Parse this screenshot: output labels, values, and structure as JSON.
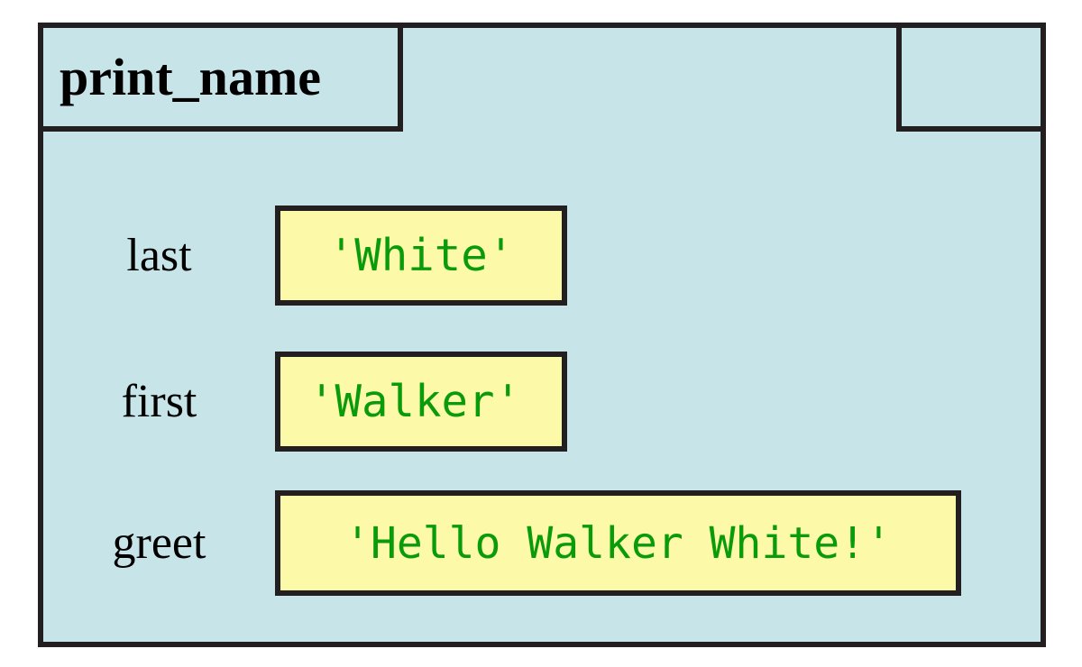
{
  "diagram": {
    "type": "python-call-frame",
    "function_name": "print_name",
    "program_counter": "",
    "colors": {
      "frame_background": "#c7e4e9",
      "value_background": "#fcf9a9",
      "border": "#231f20",
      "value_text": "#0a9b0a",
      "label_text": "#000000",
      "page_background": "#ffffff"
    },
    "variables": [
      {
        "name": "last",
        "value": "'White'"
      },
      {
        "name": "first",
        "value": "'Walker'"
      },
      {
        "name": "greet",
        "value": "'Hello Walker White!'"
      }
    ]
  }
}
